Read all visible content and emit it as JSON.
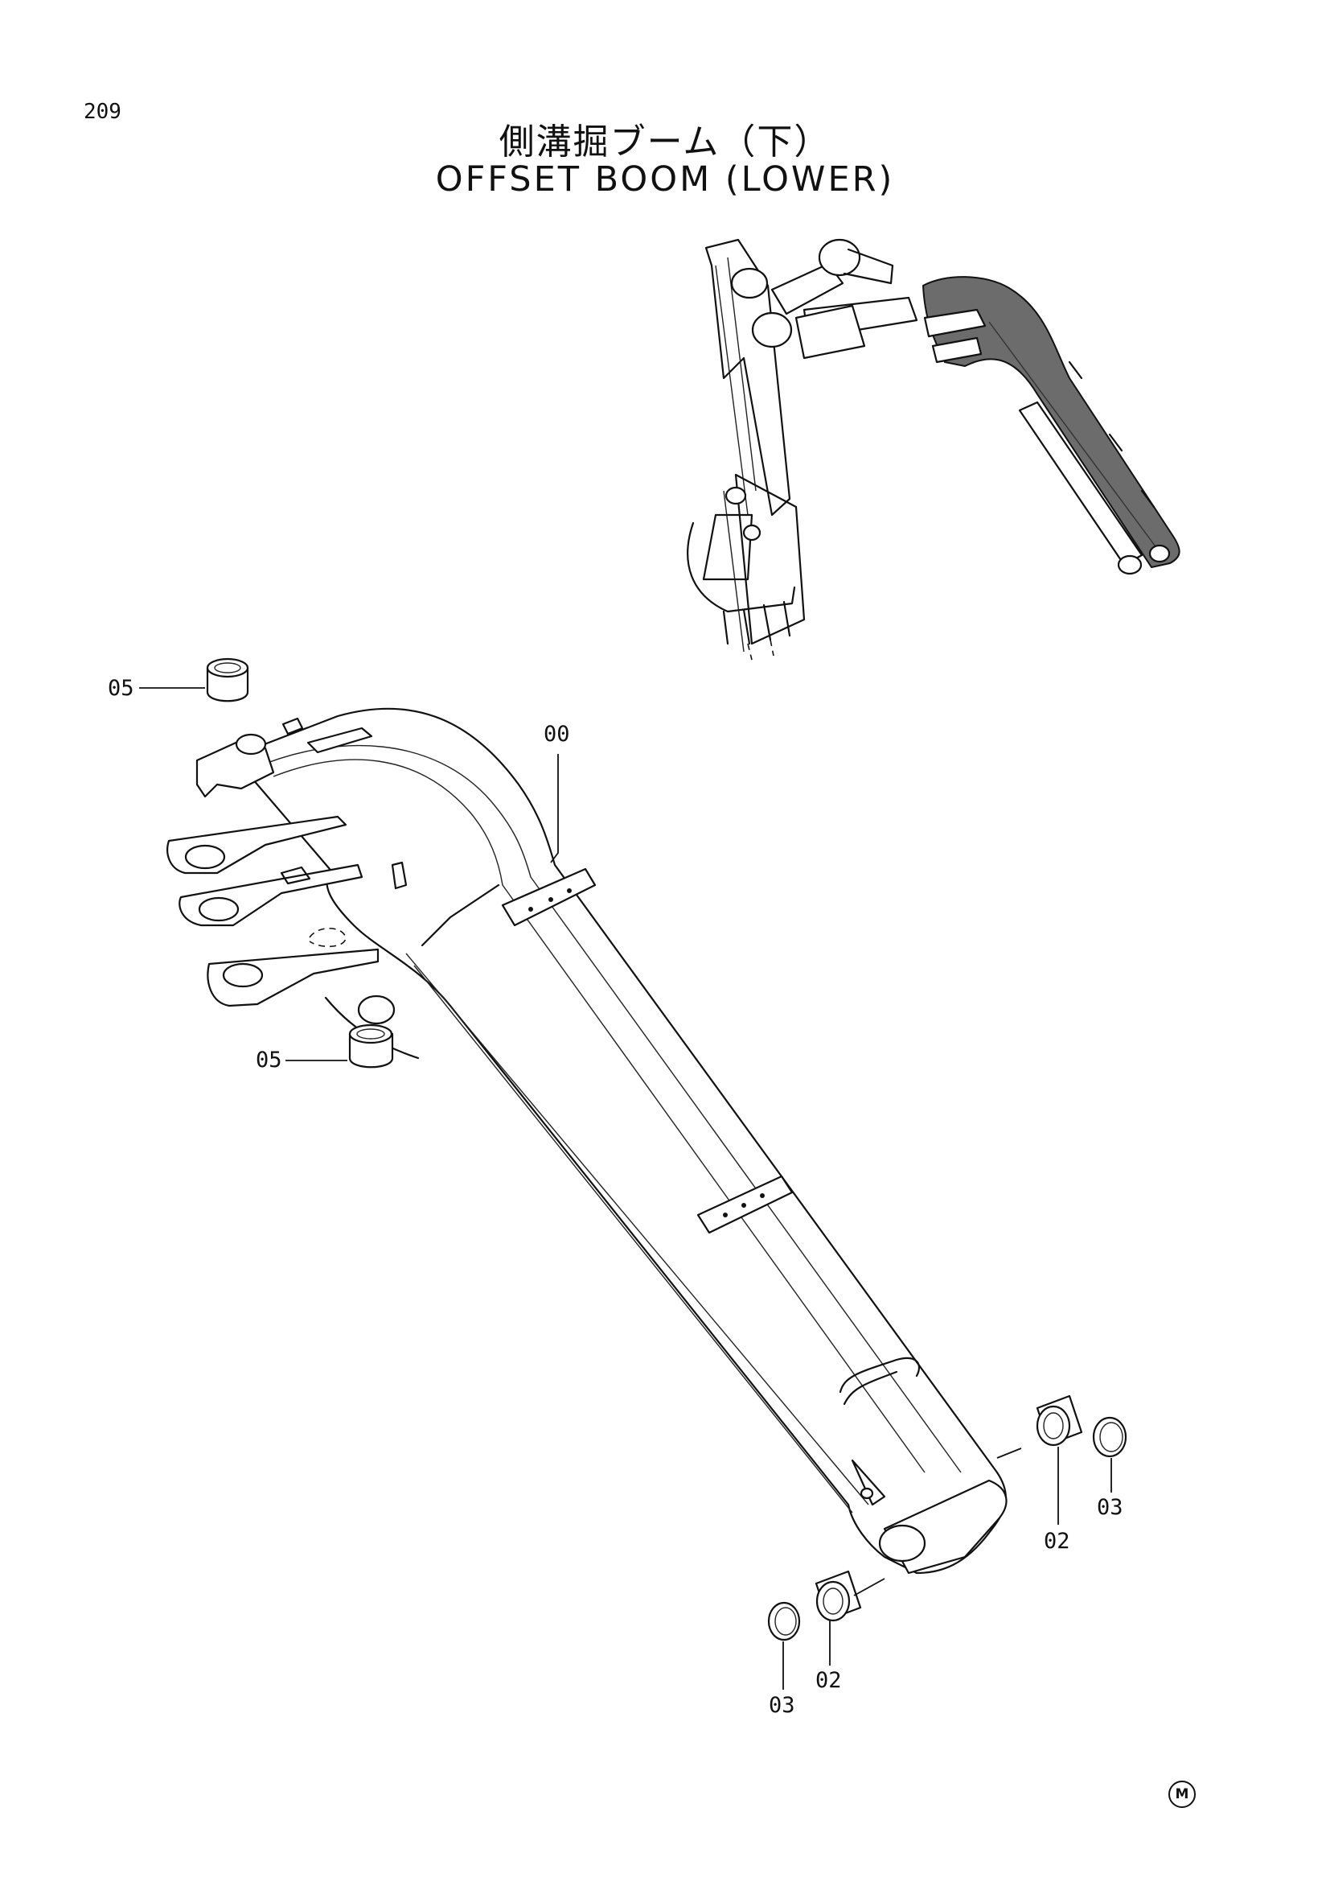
{
  "page": {
    "number": "209",
    "title_jp": "側溝掘ブーム（下）",
    "title_en": "OFFSET BOOM (LOWER)",
    "mark": "M"
  },
  "callouts": [
    {
      "id": "callout-00",
      "label": "00"
    },
    {
      "id": "callout-05-upper",
      "label": "05"
    },
    {
      "id": "callout-05-lower",
      "label": "05"
    },
    {
      "id": "callout-02-right",
      "label": "02"
    },
    {
      "id": "callout-03-right",
      "label": "03"
    },
    {
      "id": "callout-02-left",
      "label": "02"
    },
    {
      "id": "callout-03-left",
      "label": "03"
    }
  ]
}
